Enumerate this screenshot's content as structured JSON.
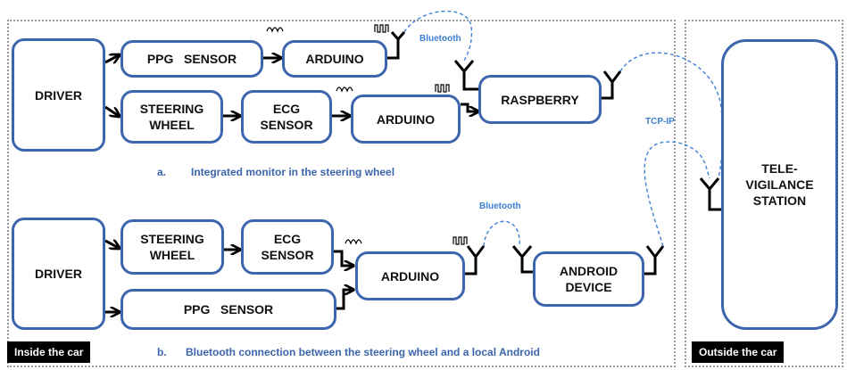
{
  "regions": {
    "inside_label": "Inside the car",
    "outside_label": "Outside the car"
  },
  "diagram_a": {
    "caption_letter": "a.",
    "caption": "Integrated monitor in the steering wheel",
    "driver": "DRIVER",
    "ppg_sensor": "PPG   SENSOR",
    "arduino_top": "ARDUINO",
    "steering_wheel": "STEERING\nWHEEL",
    "ecg_sensor": "ECG\nSENSOR",
    "arduino_bottom": "ARDUINO",
    "raspberry": "RASPBERRY",
    "bluetooth_label": "Bluetooth",
    "tcpip_label": "TCP-IP"
  },
  "diagram_b": {
    "caption_letter": "b.",
    "caption": "Bluetooth connection between the steering wheel and a local Android",
    "driver": "DRIVER",
    "steering_wheel": "STEERING\nWHEEL",
    "ecg_sensor": "ECG\nSENSOR",
    "ppg_sensor": "PPG   SENSOR",
    "arduino": "ARDUINO",
    "android_device": "ANDROID\nDEVICE",
    "bluetooth_label": "Bluetooth"
  },
  "station": {
    "label": "TELE-\nVIGILANCE\nSTATION"
  },
  "colors": {
    "box_border": "#3c65ad",
    "link_dashed": "#3c7fd6",
    "caption": "#3c65ad"
  }
}
